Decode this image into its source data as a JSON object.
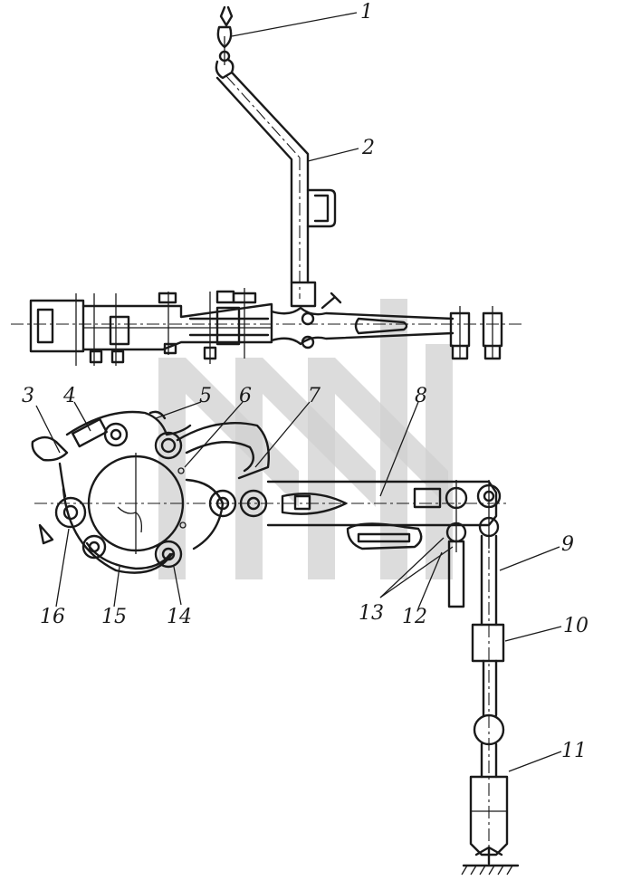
{
  "callouts": [
    {
      "id": "1",
      "text": "1"
    },
    {
      "id": "2",
      "text": "2"
    },
    {
      "id": "3",
      "text": "3"
    },
    {
      "id": "4",
      "text": "4"
    },
    {
      "id": "5",
      "text": "5"
    },
    {
      "id": "6",
      "text": "6"
    },
    {
      "id": "7",
      "text": "7"
    },
    {
      "id": "8",
      "text": "8"
    },
    {
      "id": "9",
      "text": "9"
    },
    {
      "id": "10",
      "text": "10"
    },
    {
      "id": "11",
      "text": "11"
    },
    {
      "id": "12",
      "text": "12"
    },
    {
      "id": "13",
      "text": "13"
    },
    {
      "id": "14",
      "text": "14"
    },
    {
      "id": "15",
      "text": "15"
    },
    {
      "id": "16",
      "text": "16"
    }
  ],
  "colors": {
    "ink": "#1a1a1a",
    "watermark": "#d0d0d0",
    "paper": "#ffffff"
  }
}
